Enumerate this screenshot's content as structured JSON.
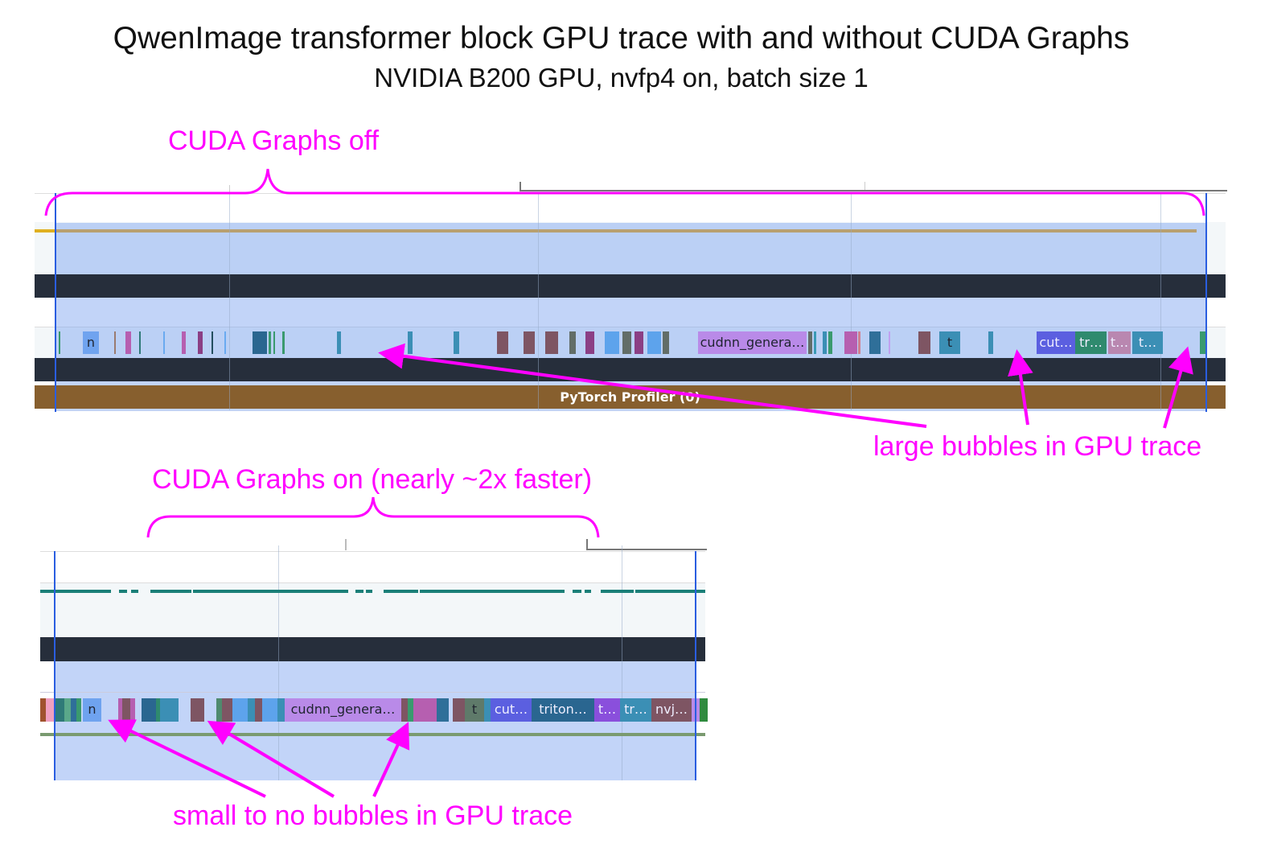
{
  "title": "QwenImage transformer block GPU trace with and without CUDA Graphs",
  "subtitle": "NVIDIA B200 GPU, nvfp4 on, batch size 1",
  "annotations": {
    "off_label": "CUDA Graphs off",
    "on_label": "CUDA Graphs on (nearly ~2x faster)",
    "large_bubbles": "large bubbles in GPU trace",
    "small_bubbles": "small to no bubbles in GPU trace",
    "color": "#ff00ff"
  },
  "top_trace": {
    "profiler_label": "PyTorch Profiler (0)",
    "kernels": [
      {
        "label": "",
        "color": "#3a9a6e"
      },
      {
        "label": "n",
        "color": "#6fa3ef"
      },
      {
        "label": "",
        "color": "#9a7b70"
      },
      {
        "label": "",
        "color": "#b65fb0"
      },
      {
        "label": "",
        "color": "#2f7a78"
      },
      {
        "label": "",
        "color": "#6aaaf0"
      },
      {
        "label": "",
        "color": "#b65fb0"
      },
      {
        "label": "",
        "color": "#8b3f85"
      },
      {
        "label": "",
        "color": "#234e5e"
      },
      {
        "label": "",
        "color": "#6aaaf0"
      },
      {
        "label": "",
        "color": "#2a6690"
      },
      {
        "label": "",
        "color": "#3a9a6e"
      },
      {
        "label": "",
        "color": "#3a9a6e"
      },
      {
        "label": "",
        "color": "#3a9a6e"
      },
      {
        "label": "",
        "color": "#3b8fb5"
      },
      {
        "label": "",
        "color": "#3b8fb5"
      },
      {
        "label": "",
        "color": "#3b8fb5"
      },
      {
        "label": "",
        "color": "#7e5563"
      },
      {
        "label": "",
        "color": "#7e5563"
      },
      {
        "label": "",
        "color": "#7e5563"
      },
      {
        "label": "",
        "color": "#626d68"
      },
      {
        "label": "",
        "color": "#8b3f85"
      },
      {
        "label": "",
        "color": "#5da3ec"
      },
      {
        "label": "",
        "color": "#626d68"
      },
      {
        "label": "",
        "color": "#8b3f85"
      },
      {
        "label": "",
        "color": "#5da3ec"
      },
      {
        "label": "",
        "color": "#626d68"
      },
      {
        "label": "cudnn_genera…",
        "color": "#b98ae8"
      },
      {
        "label": "",
        "color": "#626d68"
      },
      {
        "label": "",
        "color": "#3a9ab5"
      },
      {
        "label": "",
        "color": "#3b8fb5"
      },
      {
        "label": "",
        "color": "#3a9a6e"
      },
      {
        "label": "",
        "color": "#b65fb0"
      },
      {
        "label": "",
        "color": "#d08090"
      },
      {
        "label": "",
        "color": "#2f6f99"
      },
      {
        "label": "",
        "color": "#c0a0f0"
      },
      {
        "label": "",
        "color": "#7e5563"
      },
      {
        "label": "t",
        "color": "#3b8fb5"
      },
      {
        "label": "",
        "color": "#3b8fb5"
      },
      {
        "label": "cut…",
        "color": "#5b5fe0"
      },
      {
        "label": "tr…",
        "color": "#2f8a6e"
      },
      {
        "label": "t…",
        "color": "#b987b0"
      },
      {
        "label": "t…",
        "color": "#3b8fb5"
      },
      {
        "label": "",
        "color": "#3a9a6e"
      }
    ]
  },
  "bottom_trace": {
    "kernels": [
      {
        "label": "",
        "color": "#a0522d"
      },
      {
        "label": "",
        "color": "#f0a0c0"
      },
      {
        "label": "",
        "color": "#2f7a78"
      },
      {
        "label": "",
        "color": "#5aa88a"
      },
      {
        "label": "",
        "color": "#2f6f99"
      },
      {
        "label": "",
        "color": "#3a9a6e"
      },
      {
        "label": "n",
        "color": "#6fa3ef"
      },
      {
        "label": "",
        "color": "#b65fb0"
      },
      {
        "label": "",
        "color": "#7e5563"
      },
      {
        "label": "",
        "color": "#b65fb0"
      },
      {
        "label": "",
        "color": "#2a6690"
      },
      {
        "label": "",
        "color": "#2f8a6e"
      },
      {
        "label": "",
        "color": "#3b8fb5"
      },
      {
        "label": "",
        "color": "#7e5563"
      },
      {
        "label": "",
        "color": "#4f8a6e"
      },
      {
        "label": "",
        "color": "#7e5563"
      },
      {
        "label": "",
        "color": "#5da3ec"
      },
      {
        "label": "",
        "color": "#3b8fb5"
      },
      {
        "label": "",
        "color": "#7e5563"
      },
      {
        "label": "",
        "color": "#5da3ec"
      },
      {
        "label": "",
        "color": "#3b8fb5"
      },
      {
        "label": "cudnn_genera…",
        "color": "#b98ae8"
      },
      {
        "label": "",
        "color": "#7e5563"
      },
      {
        "label": "",
        "color": "#3a9a6e"
      },
      {
        "label": "",
        "color": "#b65fb0"
      },
      {
        "label": "",
        "color": "#2f6f99"
      },
      {
        "label": "",
        "color": "#7e5563"
      },
      {
        "label": "t",
        "color": "#5f7a6a"
      },
      {
        "label": "",
        "color": "#3b8fb5"
      },
      {
        "label": "cut…",
        "color": "#5b5fe0"
      },
      {
        "label": "triton…",
        "color": "#2a6690"
      },
      {
        "label": "t…",
        "color": "#8a4fdc"
      },
      {
        "label": "tr…",
        "color": "#3b8fb5"
      },
      {
        "label": "nvj…",
        "color": "#7e5563"
      },
      {
        "label": "",
        "color": "#b98ae8"
      },
      {
        "label": "",
        "color": "#2f8a3e"
      }
    ]
  }
}
